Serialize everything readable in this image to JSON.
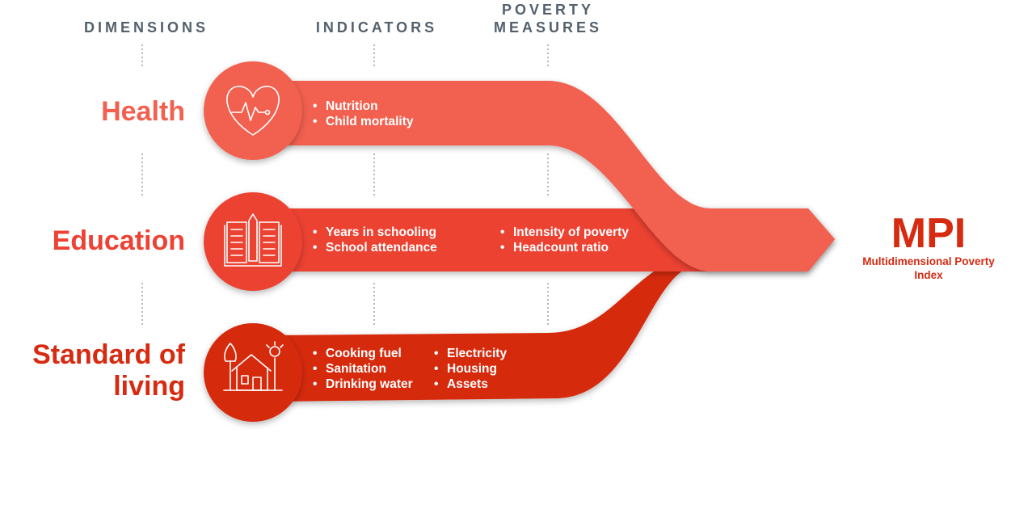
{
  "columns": {
    "dimensions": "DIMENSIONS",
    "indicators": "INDICATORS",
    "poverty_measures_line1": "POVERTY",
    "poverty_measures_line2": "MEASURES"
  },
  "dimensions": [
    {
      "label_line1": "Health",
      "label_line2": "",
      "icon": "heart-pulse-icon",
      "color": "#f2604f",
      "indicators_col1": [
        "Nutrition",
        "Child mortality"
      ],
      "indicators_col2": []
    },
    {
      "label_line1": "Education",
      "label_line2": "",
      "icon": "open-book-icon",
      "color": "#ec4233",
      "indicators_col1": [
        "Years in schooling",
        "School attendance"
      ],
      "indicators_col2": []
    },
    {
      "label_line1": "Standard of",
      "label_line2": "living",
      "icon": "house-icon",
      "color": "#d62a11",
      "indicators_col1": [
        "Cooking fuel",
        "Sanitation",
        "Drinking water"
      ],
      "indicators_col2": [
        "Electricity",
        "Housing",
        "Assets"
      ]
    }
  ],
  "poverty_measures": [
    "Intensity of poverty",
    "Headcount ratio"
  ],
  "mpi": {
    "title": "MPI",
    "subtitle_line1": "Multidimensional Poverty",
    "subtitle_line2": "Index",
    "color": "#d62a11"
  },
  "colors": {
    "health": "#f2604f",
    "education": "#ec4233",
    "standard_of_living": "#d62a11",
    "column_heading": "#54606b"
  }
}
